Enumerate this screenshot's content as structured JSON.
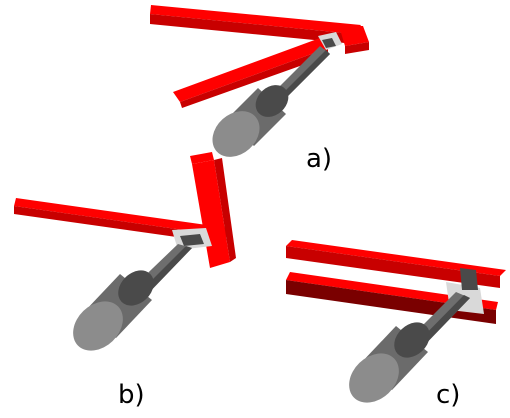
{
  "labels": {
    "a": "a)",
    "b": "b)",
    "c": "c)"
  },
  "colors": {
    "link_red": "#ff0000",
    "link_red_side": "#c80000",
    "link_red_dark": "#7a0000",
    "shaft_gray": "#6e6e6e",
    "shaft_dark": "#4a4a4a",
    "cylinder_gray": "#6b6b6b",
    "cylinder_top": "#8c8c8c",
    "joint_light": "#d9d9d9",
    "background": "#ffffff"
  }
}
